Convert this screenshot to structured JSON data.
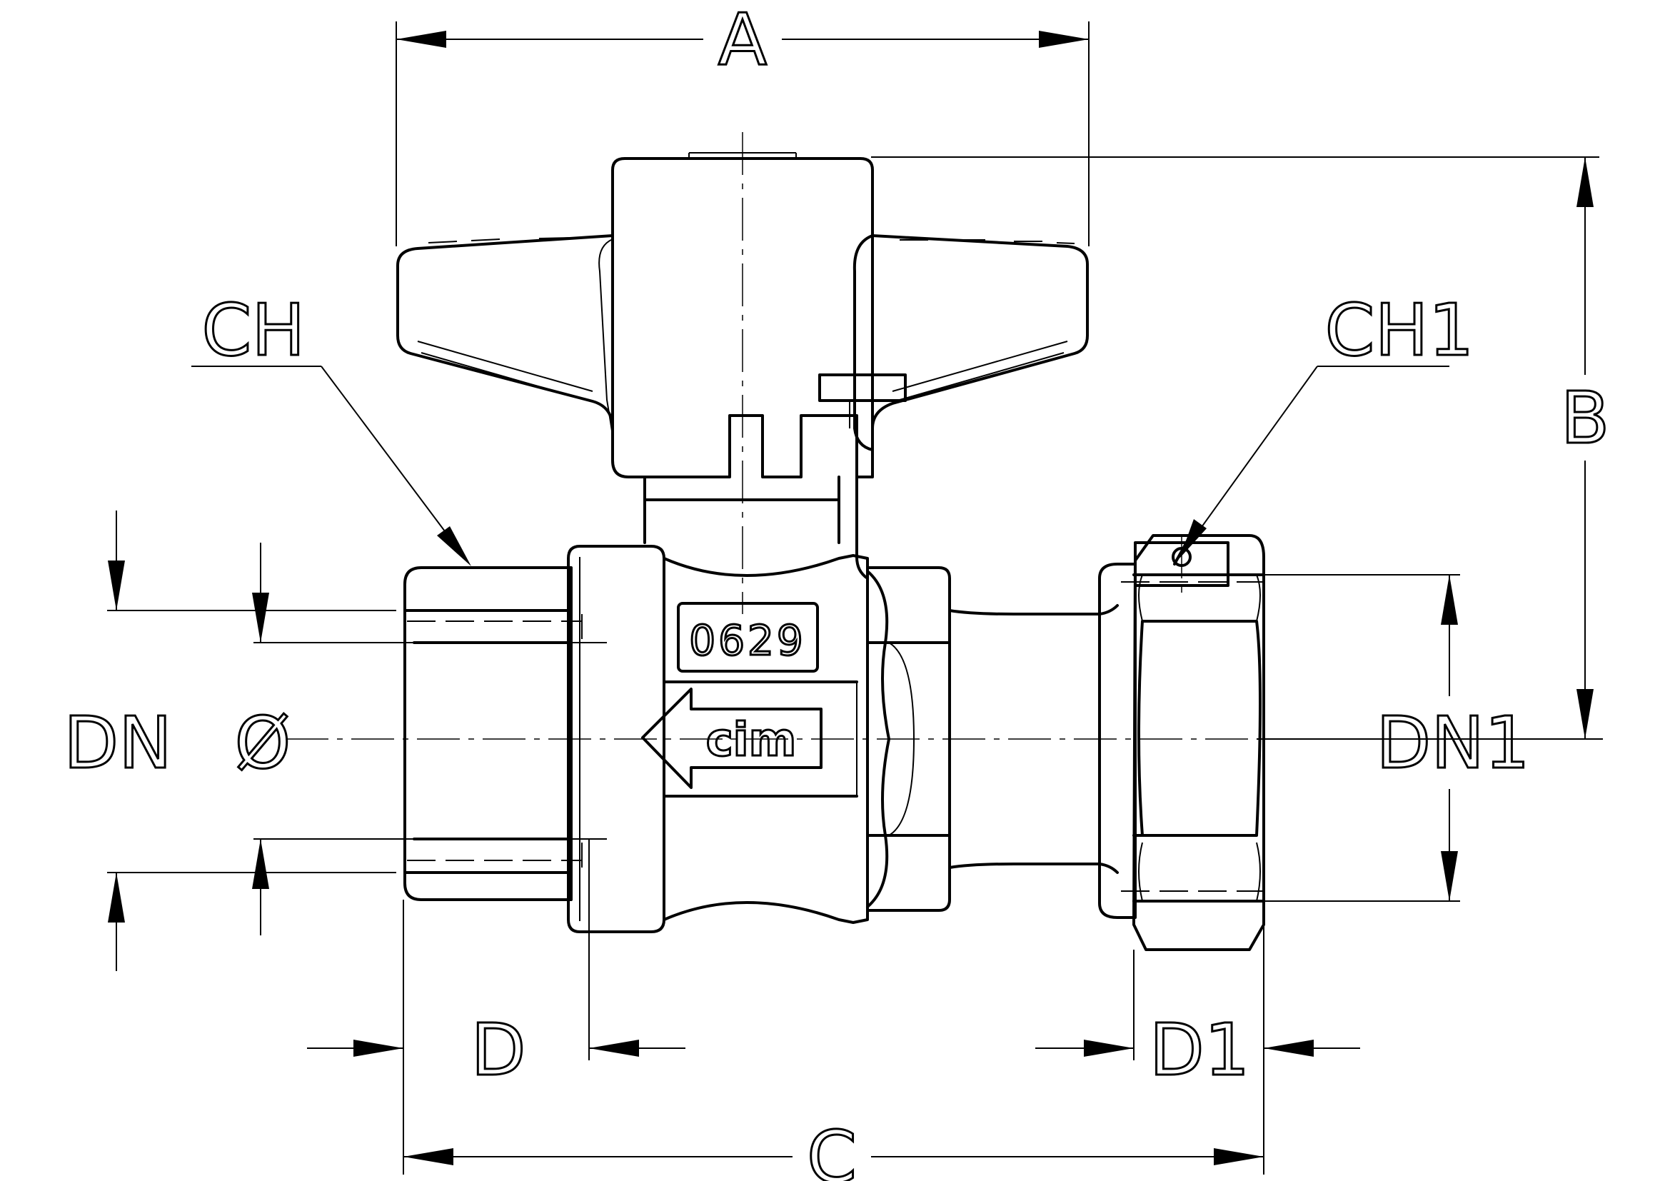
{
  "dimensions": {
    "A": "A",
    "B": "B",
    "C": "C",
    "D": "D",
    "D1": "D1",
    "DN": "DN",
    "DN1": "DN1",
    "phi": "Ø",
    "CH": "CH",
    "CH1": "CH1"
  },
  "valve": {
    "marking": "0629",
    "brand": "cim"
  }
}
